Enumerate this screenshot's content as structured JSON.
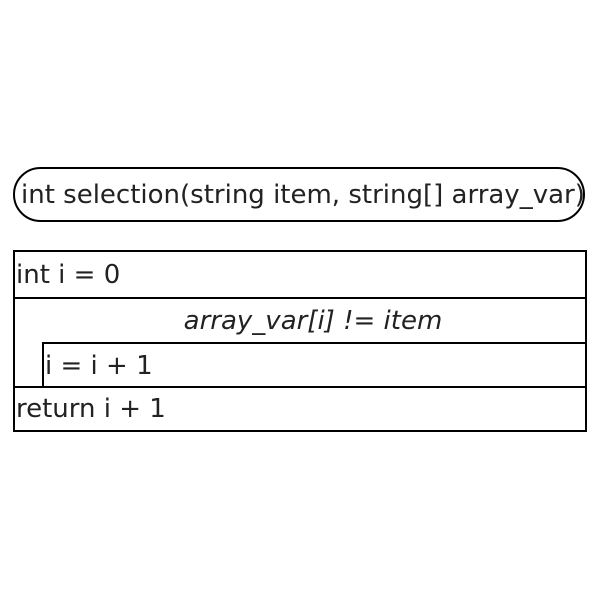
{
  "diagram": {
    "header": "int selection(string item, string[] array_var)",
    "steps": {
      "init": "int i = 0",
      "loop_condition": "array_var[i] != item",
      "loop_body": "i = i + 1",
      "return": "return i + 1"
    }
  }
}
